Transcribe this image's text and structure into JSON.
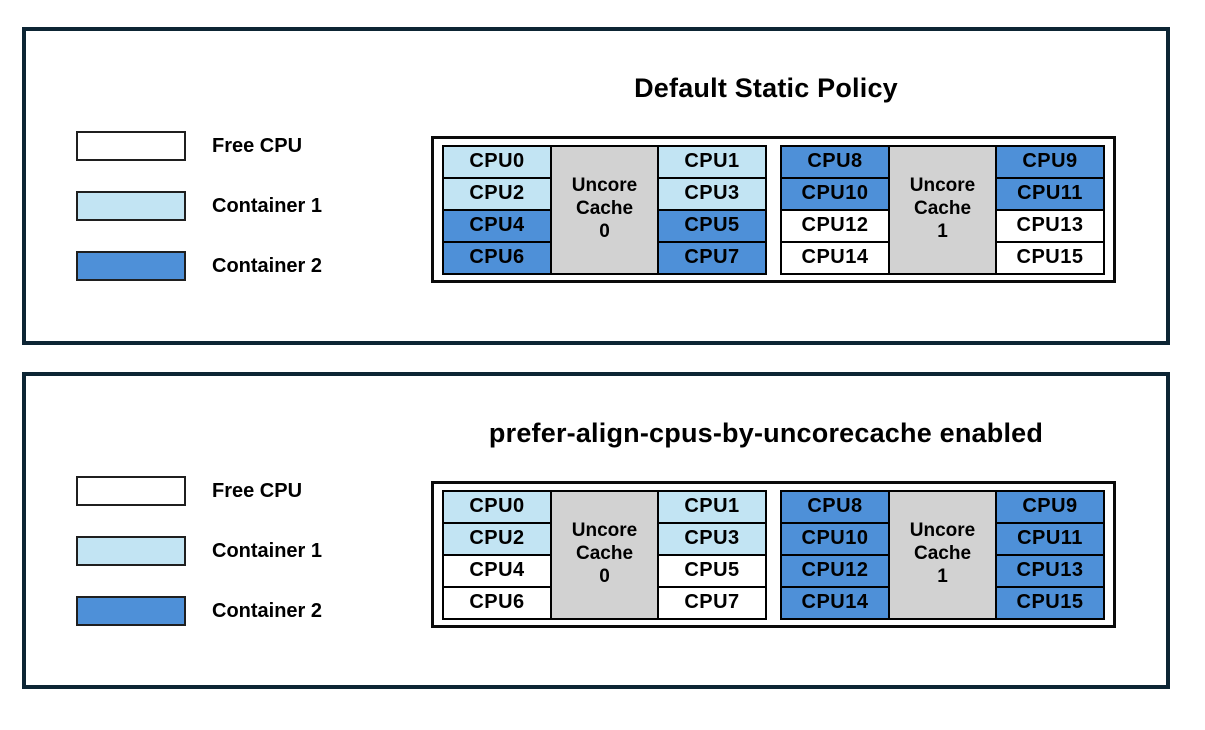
{
  "colors": {
    "free": "#ffffff",
    "container1": "#c2e4f3",
    "container2": "#4e90d8",
    "cache": "#d2d2d2",
    "panel_border": "#0d2534",
    "cell_border": "#000000",
    "text": "#000000"
  },
  "legend": {
    "items": [
      {
        "label": "Free CPU",
        "owner": "free"
      },
      {
        "label": "Container 1",
        "owner": "container1"
      },
      {
        "label": "Container 2",
        "owner": "container2"
      }
    ]
  },
  "panels": [
    {
      "title": "Default Static Policy",
      "caches": [
        {
          "label_lines": [
            "Uncore",
            "Cache",
            "0"
          ],
          "rows": [
            {
              "left": {
                "label": "CPU0",
                "owner": "container1"
              },
              "right": {
                "label": "CPU1",
                "owner": "container1"
              }
            },
            {
              "left": {
                "label": "CPU2",
                "owner": "container1"
              },
              "right": {
                "label": "CPU3",
                "owner": "container1"
              }
            },
            {
              "left": {
                "label": "CPU4",
                "owner": "container2"
              },
              "right": {
                "label": "CPU5",
                "owner": "container2"
              }
            },
            {
              "left": {
                "label": "CPU6",
                "owner": "container2"
              },
              "right": {
                "label": "CPU7",
                "owner": "container2"
              }
            }
          ]
        },
        {
          "label_lines": [
            "Uncore",
            "Cache",
            "1"
          ],
          "rows": [
            {
              "left": {
                "label": "CPU8",
                "owner": "container2"
              },
              "right": {
                "label": "CPU9",
                "owner": "container2"
              }
            },
            {
              "left": {
                "label": "CPU10",
                "owner": "container2"
              },
              "right": {
                "label": "CPU11",
                "owner": "container2"
              }
            },
            {
              "left": {
                "label": "CPU12",
                "owner": "free"
              },
              "right": {
                "label": "CPU13",
                "owner": "free"
              }
            },
            {
              "left": {
                "label": "CPU14",
                "owner": "free"
              },
              "right": {
                "label": "CPU15",
                "owner": "free"
              }
            }
          ]
        }
      ]
    },
    {
      "title": "prefer-align-cpus-by-uncorecache enabled",
      "caches": [
        {
          "label_lines": [
            "Uncore",
            "Cache",
            "0"
          ],
          "rows": [
            {
              "left": {
                "label": "CPU0",
                "owner": "container1"
              },
              "right": {
                "label": "CPU1",
                "owner": "container1"
              }
            },
            {
              "left": {
                "label": "CPU2",
                "owner": "container1"
              },
              "right": {
                "label": "CPU3",
                "owner": "container1"
              }
            },
            {
              "left": {
                "label": "CPU4",
                "owner": "free"
              },
              "right": {
                "label": "CPU5",
                "owner": "free"
              }
            },
            {
              "left": {
                "label": "CPU6",
                "owner": "free"
              },
              "right": {
                "label": "CPU7",
                "owner": "free"
              }
            }
          ]
        },
        {
          "label_lines": [
            "Uncore",
            "Cache",
            "1"
          ],
          "rows": [
            {
              "left": {
                "label": "CPU8",
                "owner": "container2"
              },
              "right": {
                "label": "CPU9",
                "owner": "container2"
              }
            },
            {
              "left": {
                "label": "CPU10",
                "owner": "container2"
              },
              "right": {
                "label": "CPU11",
                "owner": "container2"
              }
            },
            {
              "left": {
                "label": "CPU12",
                "owner": "container2"
              },
              "right": {
                "label": "CPU13",
                "owner": "container2"
              }
            },
            {
              "left": {
                "label": "CPU14",
                "owner": "container2"
              },
              "right": {
                "label": "CPU15",
                "owner": "container2"
              }
            }
          ]
        }
      ]
    }
  ]
}
